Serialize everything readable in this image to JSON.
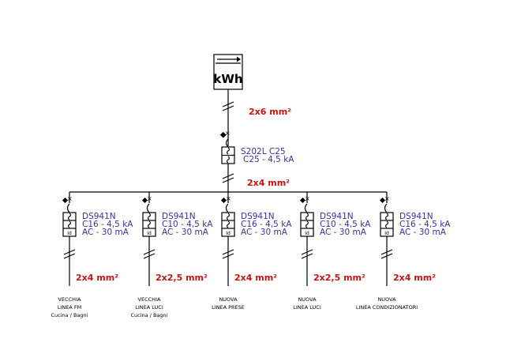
{
  "meter": {
    "label": "kWh",
    "arrow_icon": "arrow-right-icon"
  },
  "main_cable": "2x6 mm²",
  "main_breaker": {
    "model": "S202L C25",
    "rating": "C25 - 4,5 kA"
  },
  "bus_cable": "2x4 mm²",
  "branches": [
    {
      "model": "DS941N",
      "rating": "C16 - 4,5 kA",
      "rcd": "AC - 30 mA",
      "cable": "2x4 mm²",
      "caption": [
        "VECCHIA",
        "LINEA FM",
        "Cucina / Bagni"
      ]
    },
    {
      "model": "DS941N",
      "rating": "C10 - 4,5 kA",
      "rcd": "AC - 30 mA",
      "cable": "2x2,5 mm²",
      "caption": [
        "VECCHIA",
        "LINEA LUCI",
        "Cucina / Bagni"
      ]
    },
    {
      "model": "DS941N",
      "rating": "C16 - 4,5 kA",
      "rcd": "AC - 30 mA",
      "cable": "2x4 mm²",
      "caption": [
        "NUOVA",
        "LINEA PRESE"
      ]
    },
    {
      "model": "DS941N",
      "rating": "C10 - 4,5 kA",
      "rcd": "AC - 30 mA",
      "cable": "2x2,5 mm²",
      "caption": [
        "NUOVA",
        "LINEA LUCI"
      ]
    },
    {
      "model": "DS941N",
      "rating": "C16 - 4,5 kA",
      "rcd": "AC - 30 mA",
      "cable": "2x4 mm²",
      "caption": [
        "NUOVA",
        "LINEA CONDIZIONATORI"
      ]
    }
  ],
  "rcd_symbol_label": "Id"
}
